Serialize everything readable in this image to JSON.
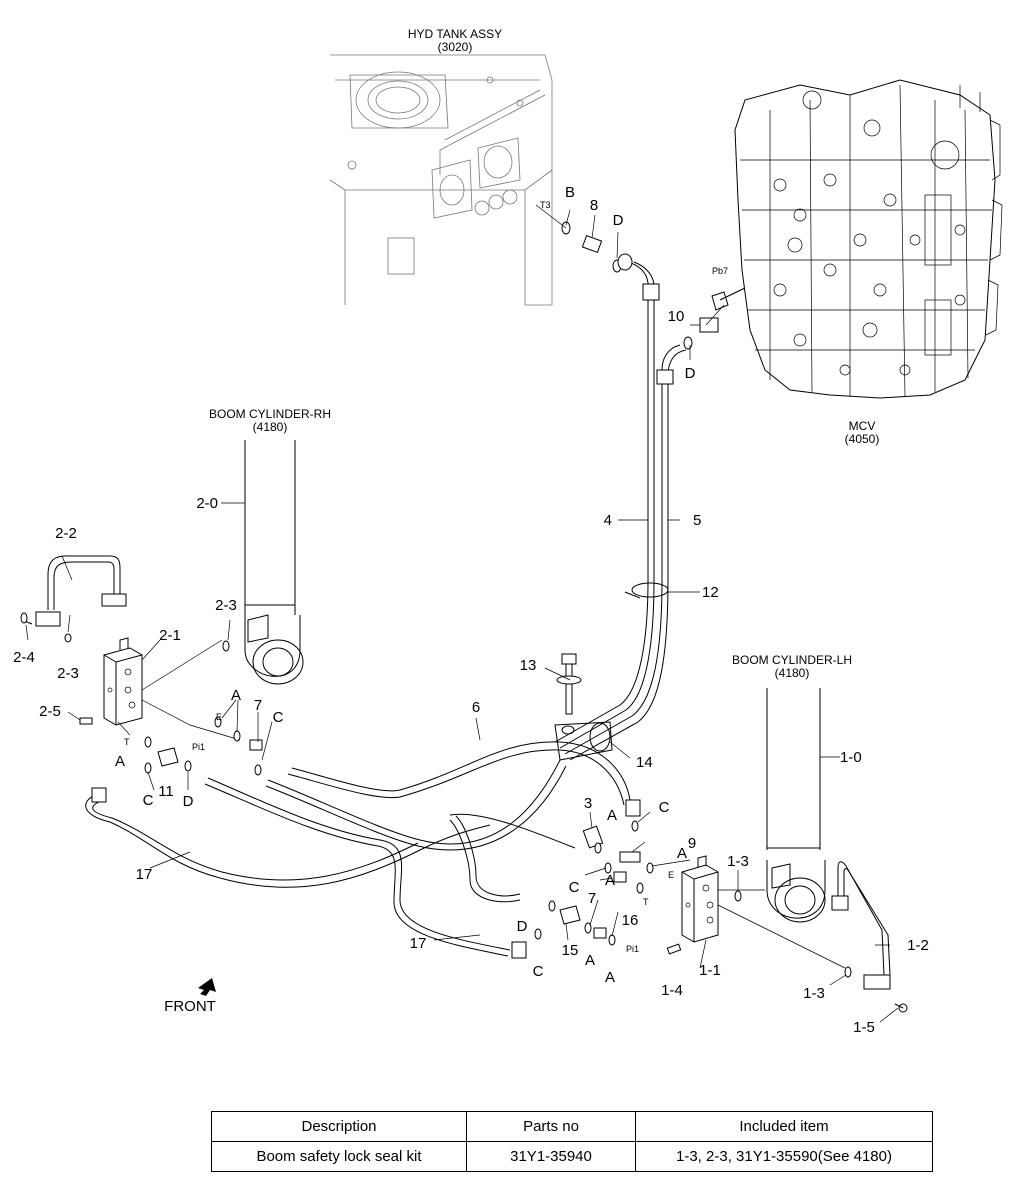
{
  "assemblies": {
    "hyd_tank": {
      "name": "HYD TANK ASSY",
      "ref": "(3020)"
    },
    "mcv": {
      "name": "MCV",
      "ref": "(4050)"
    },
    "boom_rh": {
      "name": "BOOM CYLINDER-RH",
      "ref": "(4180)"
    },
    "boom_lh": {
      "name": "BOOM CYLINDER-LH",
      "ref": "(4180)"
    }
  },
  "callouts": {
    "p4": "4",
    "p5": "5",
    "p6": "6",
    "p8": "8",
    "p10": "10",
    "p12": "12",
    "p13": "13",
    "p14": "14",
    "p20": "2-0",
    "p21": "2-1",
    "p22": "2-2",
    "p23a": "2-3",
    "p23b": "2-3",
    "p24": "2-4",
    "p25": "2-5",
    "p10b": "1-0",
    "p11b": "1-1",
    "p12b": "1-2",
    "p13a": "1-3",
    "p13b": "1-3",
    "p14b": "1-4",
    "p15b": "1-5",
    "p7a": "7",
    "p7b": "7",
    "p11": "11",
    "p3": "3",
    "p9": "9",
    "p15": "15",
    "p16": "16",
    "p17a": "17",
    "p17b": "17"
  },
  "letters": {
    "B": "B",
    "D1": "D",
    "D2": "D",
    "A1": "A",
    "A2": "A",
    "C1": "C",
    "C2": "C",
    "D3": "D",
    "C3": "C",
    "A3": "A",
    "A4": "A",
    "C4": "C",
    "A5": "A",
    "D4": "D",
    "C5": "C",
    "A6": "A",
    "A7": "A"
  },
  "ports": {
    "T3": "T3",
    "Pb7": "Pb7",
    "E1": "E",
    "Pi1a": "Pi1",
    "T1": "T",
    "E2": "E",
    "T2": "T",
    "Pi1b": "Pi1"
  },
  "front_label": "FRONT",
  "kit_table": {
    "headers": {
      "description": "Description",
      "parts_no": "Parts no",
      "included": "Included item"
    },
    "row": {
      "description": "Boom safety lock seal kit",
      "parts_no": "31Y1-35940",
      "included": "1-3, 2-3, 31Y1-35590(See 4180)"
    }
  }
}
